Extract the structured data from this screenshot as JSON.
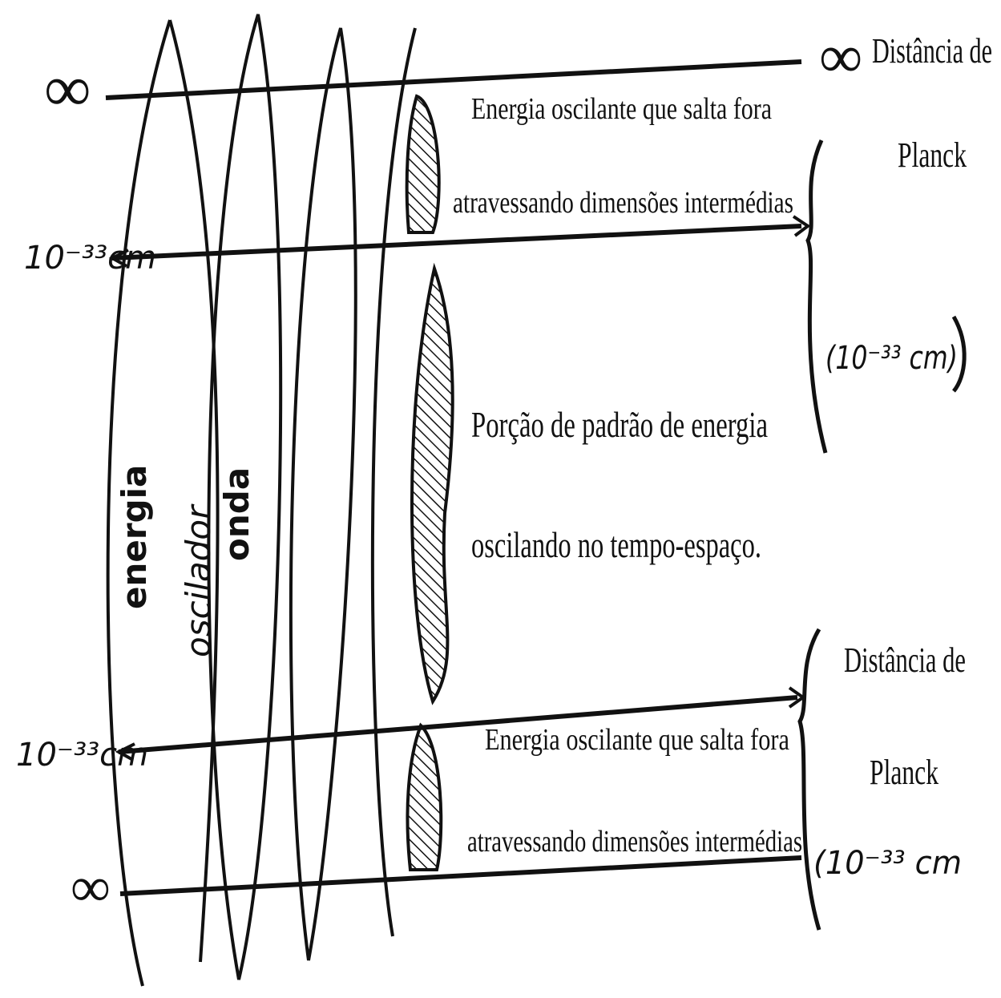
{
  "symbols": {
    "infinity": "∞"
  },
  "labels": {
    "planck_exp_top": "10⁻³³cm",
    "planck_exp_bottom": "10⁻³³cm",
    "vertical_energia": "energia",
    "vertical_oscilador": "oscilador",
    "vertical_onda": "onda"
  },
  "annotations": {
    "top_line1": "Energia oscilante que salta fora",
    "top_line2": "atravessando dimensões intermédias",
    "middle_line1": "Porção de padrão de energia",
    "middle_line2": "oscilando no tempo-espaço.",
    "bottom_line1": "Energia oscilante que salta fora",
    "bottom_line2": "atravessando dimensões intermédias"
  },
  "right_side": {
    "top_title1": "Distância de",
    "top_title2": "Planck",
    "top_value": "(10⁻³³ cm)",
    "bottom_title1": "Distância de",
    "bottom_title2": "Planck",
    "bottom_value": "(10⁻³³ cm"
  },
  "colors": {
    "ink": "#111111",
    "background": "#ffffff"
  }
}
